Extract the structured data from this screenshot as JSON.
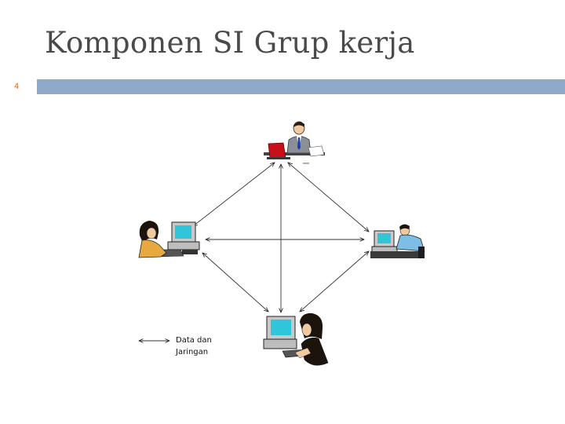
{
  "slide": {
    "title": "Komponen SI Grup kerja",
    "number": "4"
  },
  "diagram": {
    "nodes": [
      {
        "id": "top",
        "label_icon": "manager-at-desk-icon"
      },
      {
        "id": "left",
        "label_icon": "woman-at-computer-icon"
      },
      {
        "id": "right",
        "label_icon": "man-at-computer-icon"
      },
      {
        "id": "bottom",
        "label_icon": "woman-at-computer-icon"
      }
    ],
    "legend": {
      "line1": "Data dan",
      "line2": "Jaringan"
    }
  },
  "colors": {
    "title_bar": "#8ea9c9",
    "slide_number": "#d46a1f",
    "title_text": "#4a4a4a"
  }
}
